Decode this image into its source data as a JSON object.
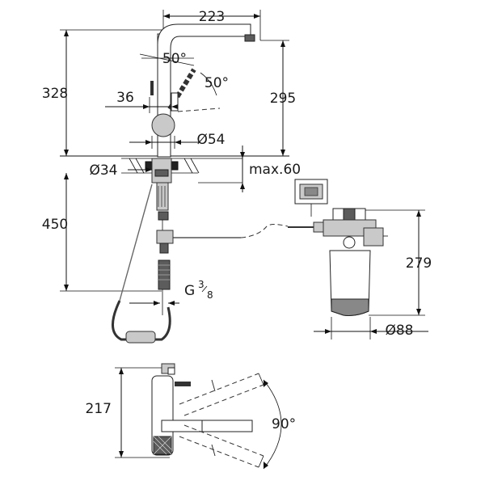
{
  "dimensions": {
    "spout_reach": "223",
    "total_height": "328",
    "spout_height": "295",
    "swivel_angle_top": "50°",
    "lever_angle": "50°",
    "handle_offset": "36",
    "body_diameter": "Ø54",
    "hole_diameter": "Ø34",
    "deck_thickness": "max.60",
    "hose_length": "450",
    "thread_size": "G",
    "thread_fraction_num": "3",
    "thread_fraction_den": "8",
    "filter_height": "279",
    "filter_diameter": "Ø88",
    "plan_height": "217",
    "plan_swing_angle": "90°"
  }
}
